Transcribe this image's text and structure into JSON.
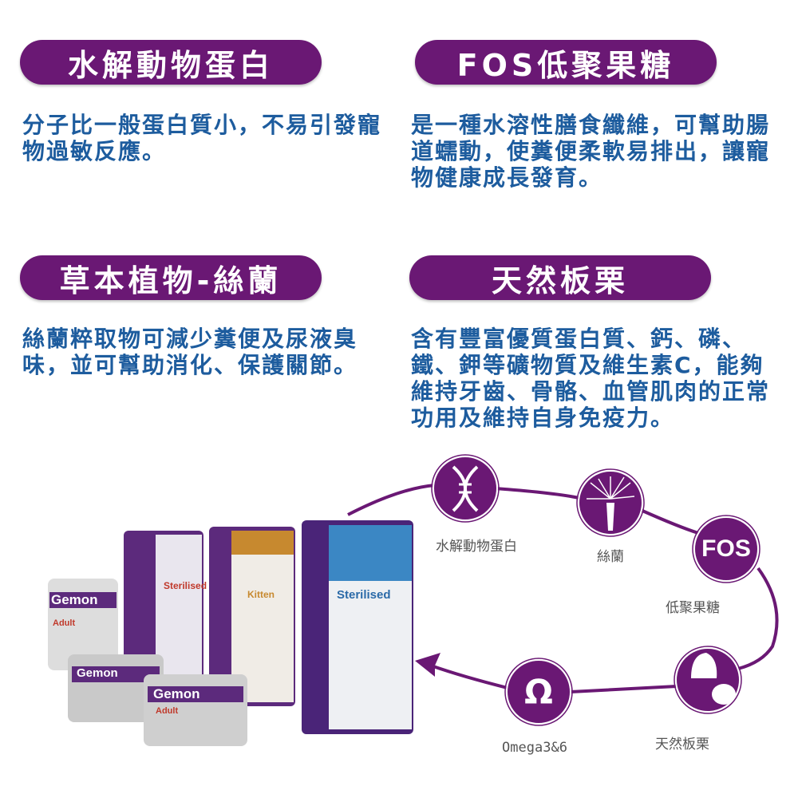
{
  "sections": [
    {
      "title": "水解動物蛋白",
      "body": "分子比一般蛋白質小，不易引發寵物過敏反應。"
    },
    {
      "title": "FOS低聚果糖",
      "body": "是一種水溶性膳食纖維，可幫助腸道蠕動，使糞便柔軟易排出，讓寵物健康成長發育。"
    },
    {
      "title": "草本植物-絲蘭",
      "body": "絲蘭粹取物可減少糞便及尿液臭味，並可幫助消化、保護關節。"
    },
    {
      "title": "天然板栗",
      "body": "含有豐富優質蛋白質、鈣、磷、鐵、鉀等礦物質及維生素C，能夠維持牙齒、骨骼、血管肌肉的正常功用及維持自身免疫力。"
    }
  ],
  "cycle": {
    "items": [
      {
        "label": "水解動物蛋白",
        "icon": "dna-icon"
      },
      {
        "label": "絲蘭",
        "icon": "yucca-flower-icon"
      },
      {
        "label": "低聚果糖",
        "icon": "fos-icon",
        "icon_text": "FOS"
      },
      {
        "label": "天然板栗",
        "icon": "chestnut-icon"
      },
      {
        "label": "Omega3&6",
        "icon": "omega-icon",
        "icon_text": "Ω"
      }
    ]
  },
  "products": {
    "brand": "Gemon",
    "variants": [
      "Sterilised",
      "Kitten",
      "Sterilised",
      "Adult",
      "Adult"
    ]
  },
  "colors": {
    "purple": "#6a1874",
    "text_blue": "#1d5c9e"
  }
}
